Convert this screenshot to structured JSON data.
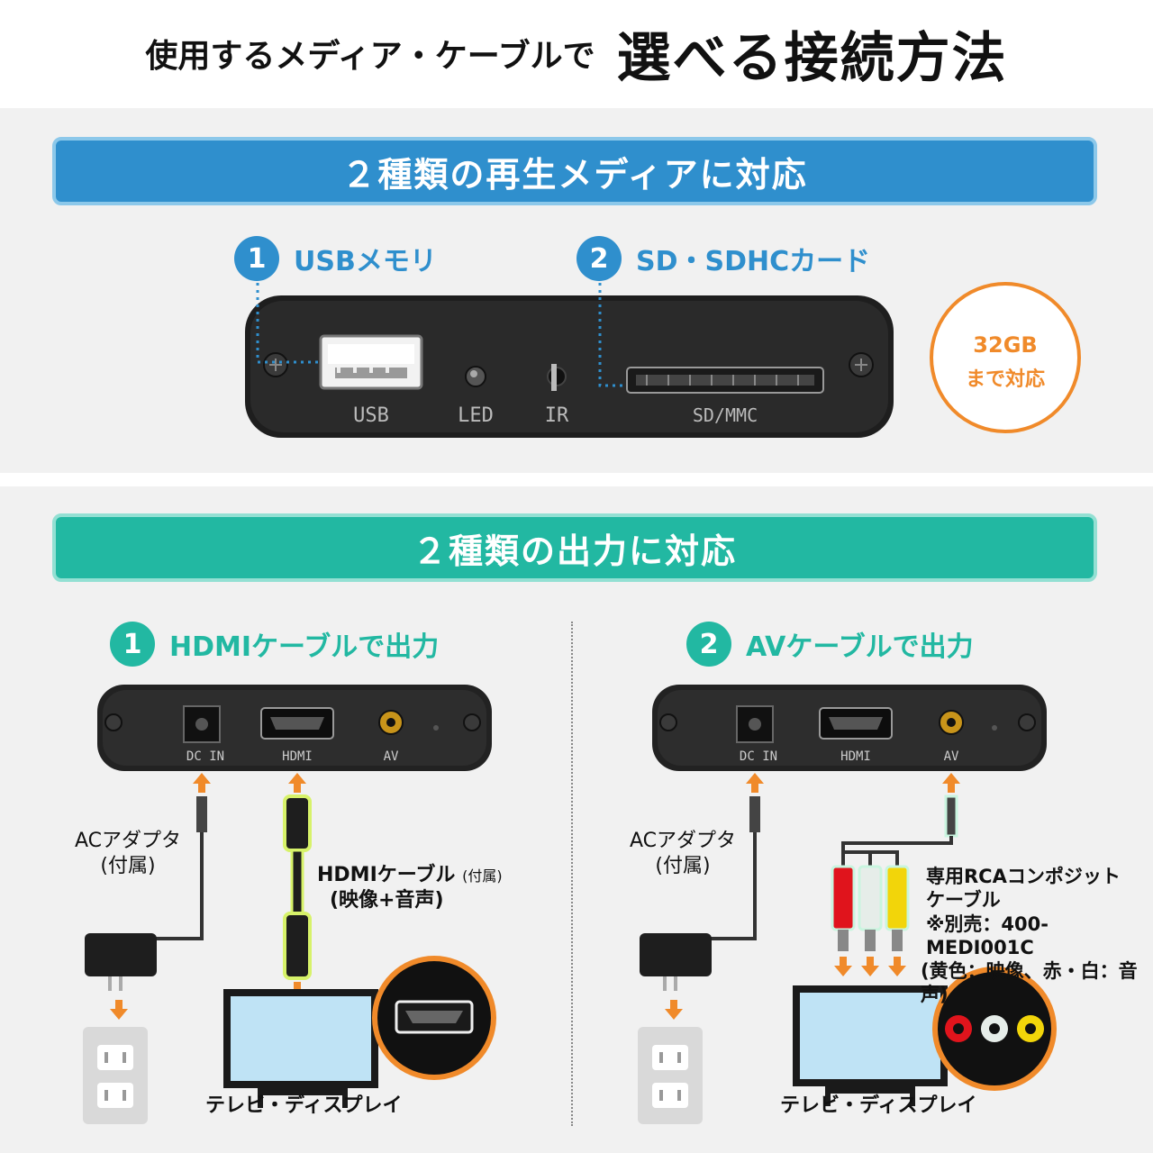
{
  "header": {
    "title_small": "使用するメディア・ケーブルで",
    "title_big": "選べる接続方法"
  },
  "media_section": {
    "banner": "２種類の再生メディアに対応",
    "items": [
      {
        "num": "1",
        "label": "USBメモリ"
      },
      {
        "num": "2",
        "label": "SD・SDHCカード"
      }
    ],
    "device_labels": [
      "USB",
      "LED",
      "IR",
      "SD/MMC"
    ],
    "badge": {
      "capacity": "32",
      "unit": "GB",
      "note": "まで対応"
    }
  },
  "output_section": {
    "banner": "２種類の出力に対応",
    "hdmi": {
      "num": "1",
      "heading": "HDMIケーブルで出力",
      "port_labels": [
        "DC IN",
        "HDMI",
        "AV"
      ],
      "adapter_label_1": "ACアダプタ",
      "adapter_label_2": "(付属)",
      "cable_label": "HDMIケーブル",
      "cable_note": "(付属)",
      "cable_sub": "(映像+音声)",
      "tv_label": "テレビ・ディスプレイ"
    },
    "av": {
      "num": "2",
      "heading": "AVケーブルで出力",
      "port_labels": [
        "DC IN",
        "HDMI",
        "AV"
      ],
      "adapter_label_1": "ACアダプタ",
      "adapter_label_2": "(付属)",
      "cable_line1": "専用RCAコンポジット",
      "cable_line2": "ケーブル",
      "cable_line3": "※別売：400-MEDI001C",
      "cable_line4": "(黄色：映像、赤・白：音声)",
      "tv_label": "テレビ・ディスプレイ"
    }
  },
  "colors": {
    "blue": "#2f8fcd",
    "teal": "#22b8a2",
    "orange": "#f08a2a",
    "rca_red": "#e0141c",
    "rca_white": "#e6ede9",
    "rca_yellow": "#f2d50a"
  }
}
